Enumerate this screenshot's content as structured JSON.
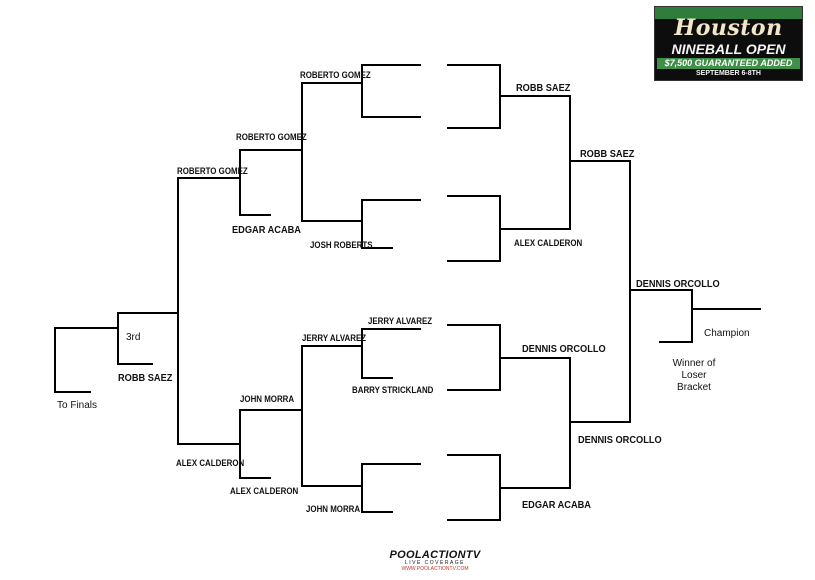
{
  "logo": {
    "title": "Houston",
    "subtitle": "NINEBALL OPEN",
    "prize": "$7,500 GUARANTEED ADDED",
    "dates": "SEPTEMBER 6-8TH"
  },
  "winners_bracket": {
    "top_slot_pair": [
      "Roberto Gomez",
      "Robb Saez"
    ],
    "r1": [
      "ROBB SAEZ",
      "ALEX CALDERON",
      "DENNIS ORCOLLO",
      "EDGAR ACABA"
    ],
    "r2": [
      "ROBB SAEZ",
      "DENNIS ORCOLLO"
    ],
    "r3": "DENNIS ORCOLLO"
  },
  "losers_bracket": {
    "a1": [
      "ROBERTO GOMEZ",
      "JOSH ROBERTS",
      "JERRY ALVAREZ",
      "JOHN MORRA"
    ],
    "a1_inner": [
      "JERRY ALVAREZ",
      "BARRY STRICKLAND"
    ],
    "a2": [
      "ROBERTO GOMEZ",
      "EDGAR ACABA",
      "JOHN MORRA",
      "ALEX CALDERON"
    ],
    "a3": [
      "ROBERTO GOMEZ",
      "ALEX CALDERON"
    ],
    "third": "ROBB SAEZ"
  },
  "notes": {
    "third_label": "3rd",
    "to_finals": "To Finals",
    "champion": "Champion",
    "winner_of_loser": [
      "Winner of",
      "Loser",
      "Bracket"
    ]
  },
  "footer": {
    "brand": "POOLACTIONTV",
    "tag": "LIVE COVERAGE",
    "url": "WWW.POOLACTIONTV.COM"
  }
}
